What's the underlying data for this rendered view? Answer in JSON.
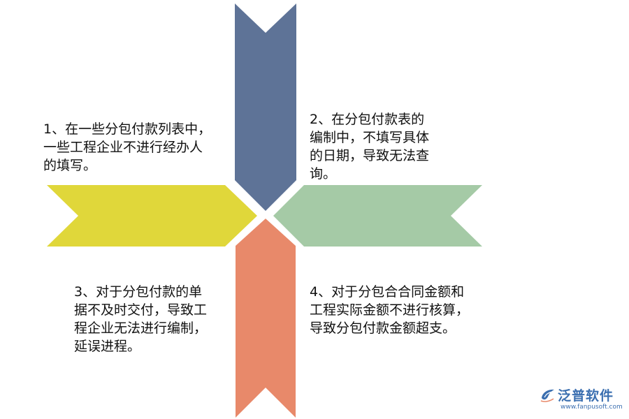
{
  "colors": {
    "top_arrow": "#5e7397",
    "left_arrow": "#e0d73a",
    "right_arrow": "#a5caa6",
    "bottom_arrow": "#e8896a",
    "text": "#111111",
    "logo": "#3b6fb0"
  },
  "notes": [
    {
      "text": "1、在一些分包付款列表中，\n一些工程企业不进行经办人\n的填写。"
    },
    {
      "text": "2、在分包付款表的\n编制中，不填写具体\n的日期，导致无法查\n询。"
    },
    {
      "text": "3、对于分包付款的单\n据不及时交付，导致工\n程企业无法进行编制，\n延误进程。"
    },
    {
      "text": "4、对于分包合合同金额和\n工程实际金额不进行核算，\n导致分包付款金额超支。"
    }
  ],
  "logo": {
    "name": "泛普软件",
    "url": "www.fanpusoft.com",
    "icon": "leaf-swirl-icon"
  }
}
